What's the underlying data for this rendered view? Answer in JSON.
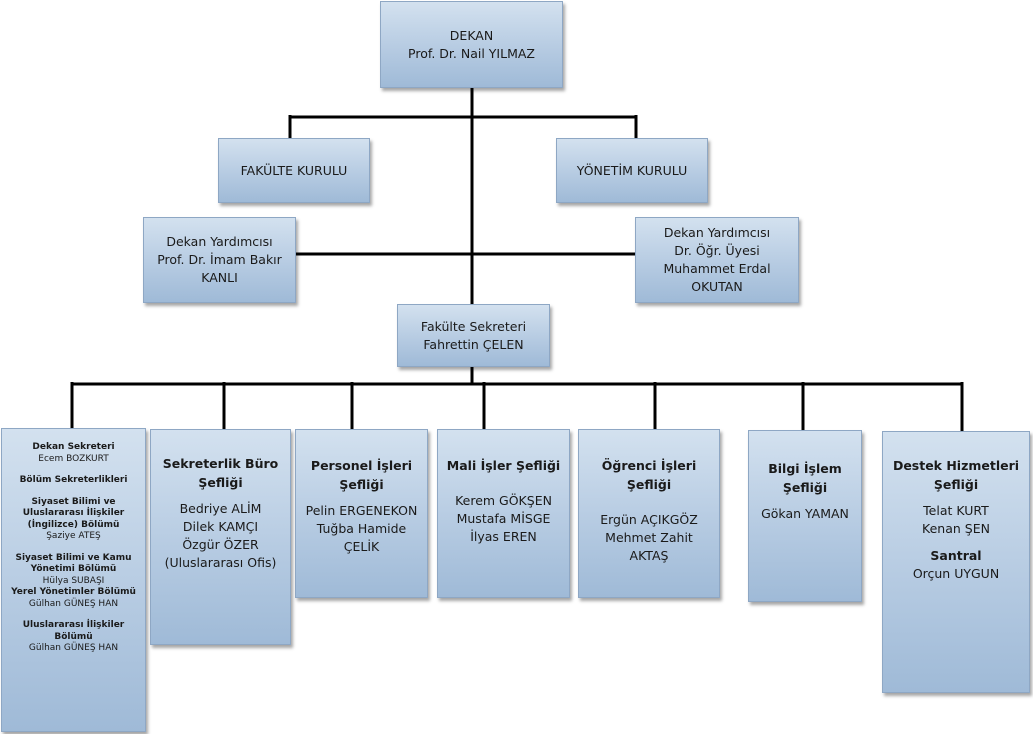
{
  "dean": {
    "title": "DEKAN",
    "name": "Prof. Dr. Nail YILMAZ"
  },
  "faculty_board": "FAKÜLTE KURULU",
  "management_board": "YÖNETİM KURULU",
  "vice_dean_left": {
    "title": "Dekan Yardımcısı",
    "line1": "Prof. Dr. İmam Bakır",
    "line2": "KANLI"
  },
  "vice_dean_right": {
    "title": "Dekan Yardımcısı",
    "line1": "Dr. Öğr. Üyesi",
    "line2": "Muhammet Erdal",
    "line3": "OKUTAN"
  },
  "secretary": {
    "title": "Fakülte Sekreteri",
    "name": "Fahrettin ÇELEN"
  },
  "dean_secretaries": {
    "title": "Dekan Sekreteri",
    "name": "Ecem BOZKURT",
    "dept_title": "Bölüm Sekreterlikleri",
    "d1_l1": "Siyaset Bilimi ve",
    "d1_l2": "Uluslararası İlişkiler",
    "d1_l3": "(İngilizce) Bölümü",
    "d1_name": "Şaziye ATEŞ",
    "d2_l1": "Siyaset Bilimi ve Kamu",
    "d2_l2": "Yönetimi Bölümü",
    "d2_name": "Hülya SUBAŞI",
    "d3_l1": "Yerel Yönetimler Bölümü",
    "d3_name": "Gülhan GÜNEŞ HAN",
    "d4_l1": "Uluslararası İlişkiler",
    "d4_l2": "Bölümü",
    "d4_name": "Gülhan GÜNEŞ HAN"
  },
  "secretariat": {
    "title1": "Sekreterlik Büro",
    "title2": "Şefliği",
    "p1": "Bedriye ALİM",
    "p2": "Dilek KAMÇI",
    "p3": "Özgür ÖZER",
    "p4": "(Uluslararası Ofis)"
  },
  "personnel": {
    "title1": "Personel İşleri",
    "title2": "Şefliği",
    "p1": "Pelin ERGENEKON",
    "p2": "Tuğba Hamide",
    "p3": "ÇELİK"
  },
  "finance": {
    "title1": "Mali İşler Şefliği",
    "p1": "Kerem GÖKŞEN",
    "p2": "Mustafa MİSGE",
    "p3": "İlyas EREN"
  },
  "student": {
    "title1": "Öğrenci İşleri Şefliği",
    "p1": "Ergün AÇIKGÖZ",
    "p2": "Mehmet Zahit",
    "p3": "AKTAŞ"
  },
  "it": {
    "title1": "Bilgi İşlem",
    "title2": "Şefliği",
    "p1": "Gökan YAMAN"
  },
  "support": {
    "title1": "Destek Hizmetleri",
    "title2": "Şefliği",
    "p1": "Telat KURT",
    "p2": "Kenan ŞEN",
    "title3": "Santral",
    "p3": "Orçun UYGUN"
  }
}
